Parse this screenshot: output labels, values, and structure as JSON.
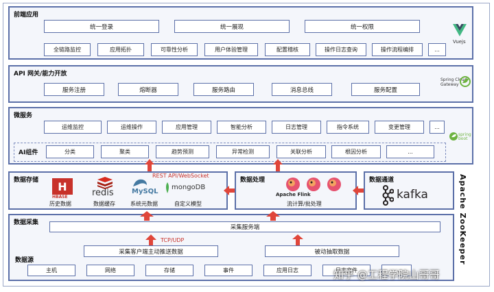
{
  "frontend": {
    "title": "前端应用",
    "top_row": [
      "统一登录",
      "统一展现",
      "统一权限"
    ],
    "bottom_row": [
      "全链路监控",
      "应用拓扑",
      "可靠性分析",
      "用户体验管理",
      "配置稽核",
      "操作日志查询",
      "操作流程编排",
      "..."
    ],
    "logo_label": "Vuejs"
  },
  "gateway": {
    "title": "API 网关/能力开放",
    "items": [
      "服务注册",
      "熔断器",
      "服务路由",
      "消息总线",
      "服务配置"
    ],
    "logo_label": "Spring Cloud Gateway"
  },
  "microservices": {
    "title": "微服务",
    "items": [
      "运维监控",
      "运维操作",
      "应用管理",
      "智能分析",
      "日志管理",
      "指令系统",
      "变更管理",
      "..."
    ],
    "logo_label": "spring boot",
    "ai": {
      "title": "AI组件",
      "items": [
        "分类",
        "聚类",
        "趋势预测",
        "异常检测",
        "关联分析",
        "根因分析",
        "..."
      ]
    }
  },
  "storage": {
    "title": "数据存储",
    "api_label": "REST API/WebSocket",
    "products": [
      "HBASE",
      "redis",
      "MySQL",
      "mongoDB"
    ],
    "captions": [
      "历史数据",
      "数据缓存",
      "系统元数据",
      "自定义模型"
    ]
  },
  "processing": {
    "title": "数据处理",
    "product": "Apache Flink",
    "caption": "流计算/批处理"
  },
  "channel": {
    "title": "数据通道",
    "product": "kafka"
  },
  "zookeeper": "Apache ZooKeeper",
  "collection": {
    "title": "数据采集",
    "service": "采集服务端",
    "protocol": "TCP/UDP",
    "client": "采集客户端主动推送数据",
    "passive": "被动抽取数据"
  },
  "sources": {
    "title": "数据源",
    "items": [
      "主机",
      "网络",
      "存储",
      "事件",
      "应用日志",
      "日志文件",
      "..."
    ]
  },
  "watermark": "知乎 @工程学院山哥哥",
  "colors": {
    "border": "#5b6fa8",
    "arrow": "#e0463a",
    "vue": "#41b883",
    "spring": "#6db33f",
    "kafka": "#231f20"
  }
}
